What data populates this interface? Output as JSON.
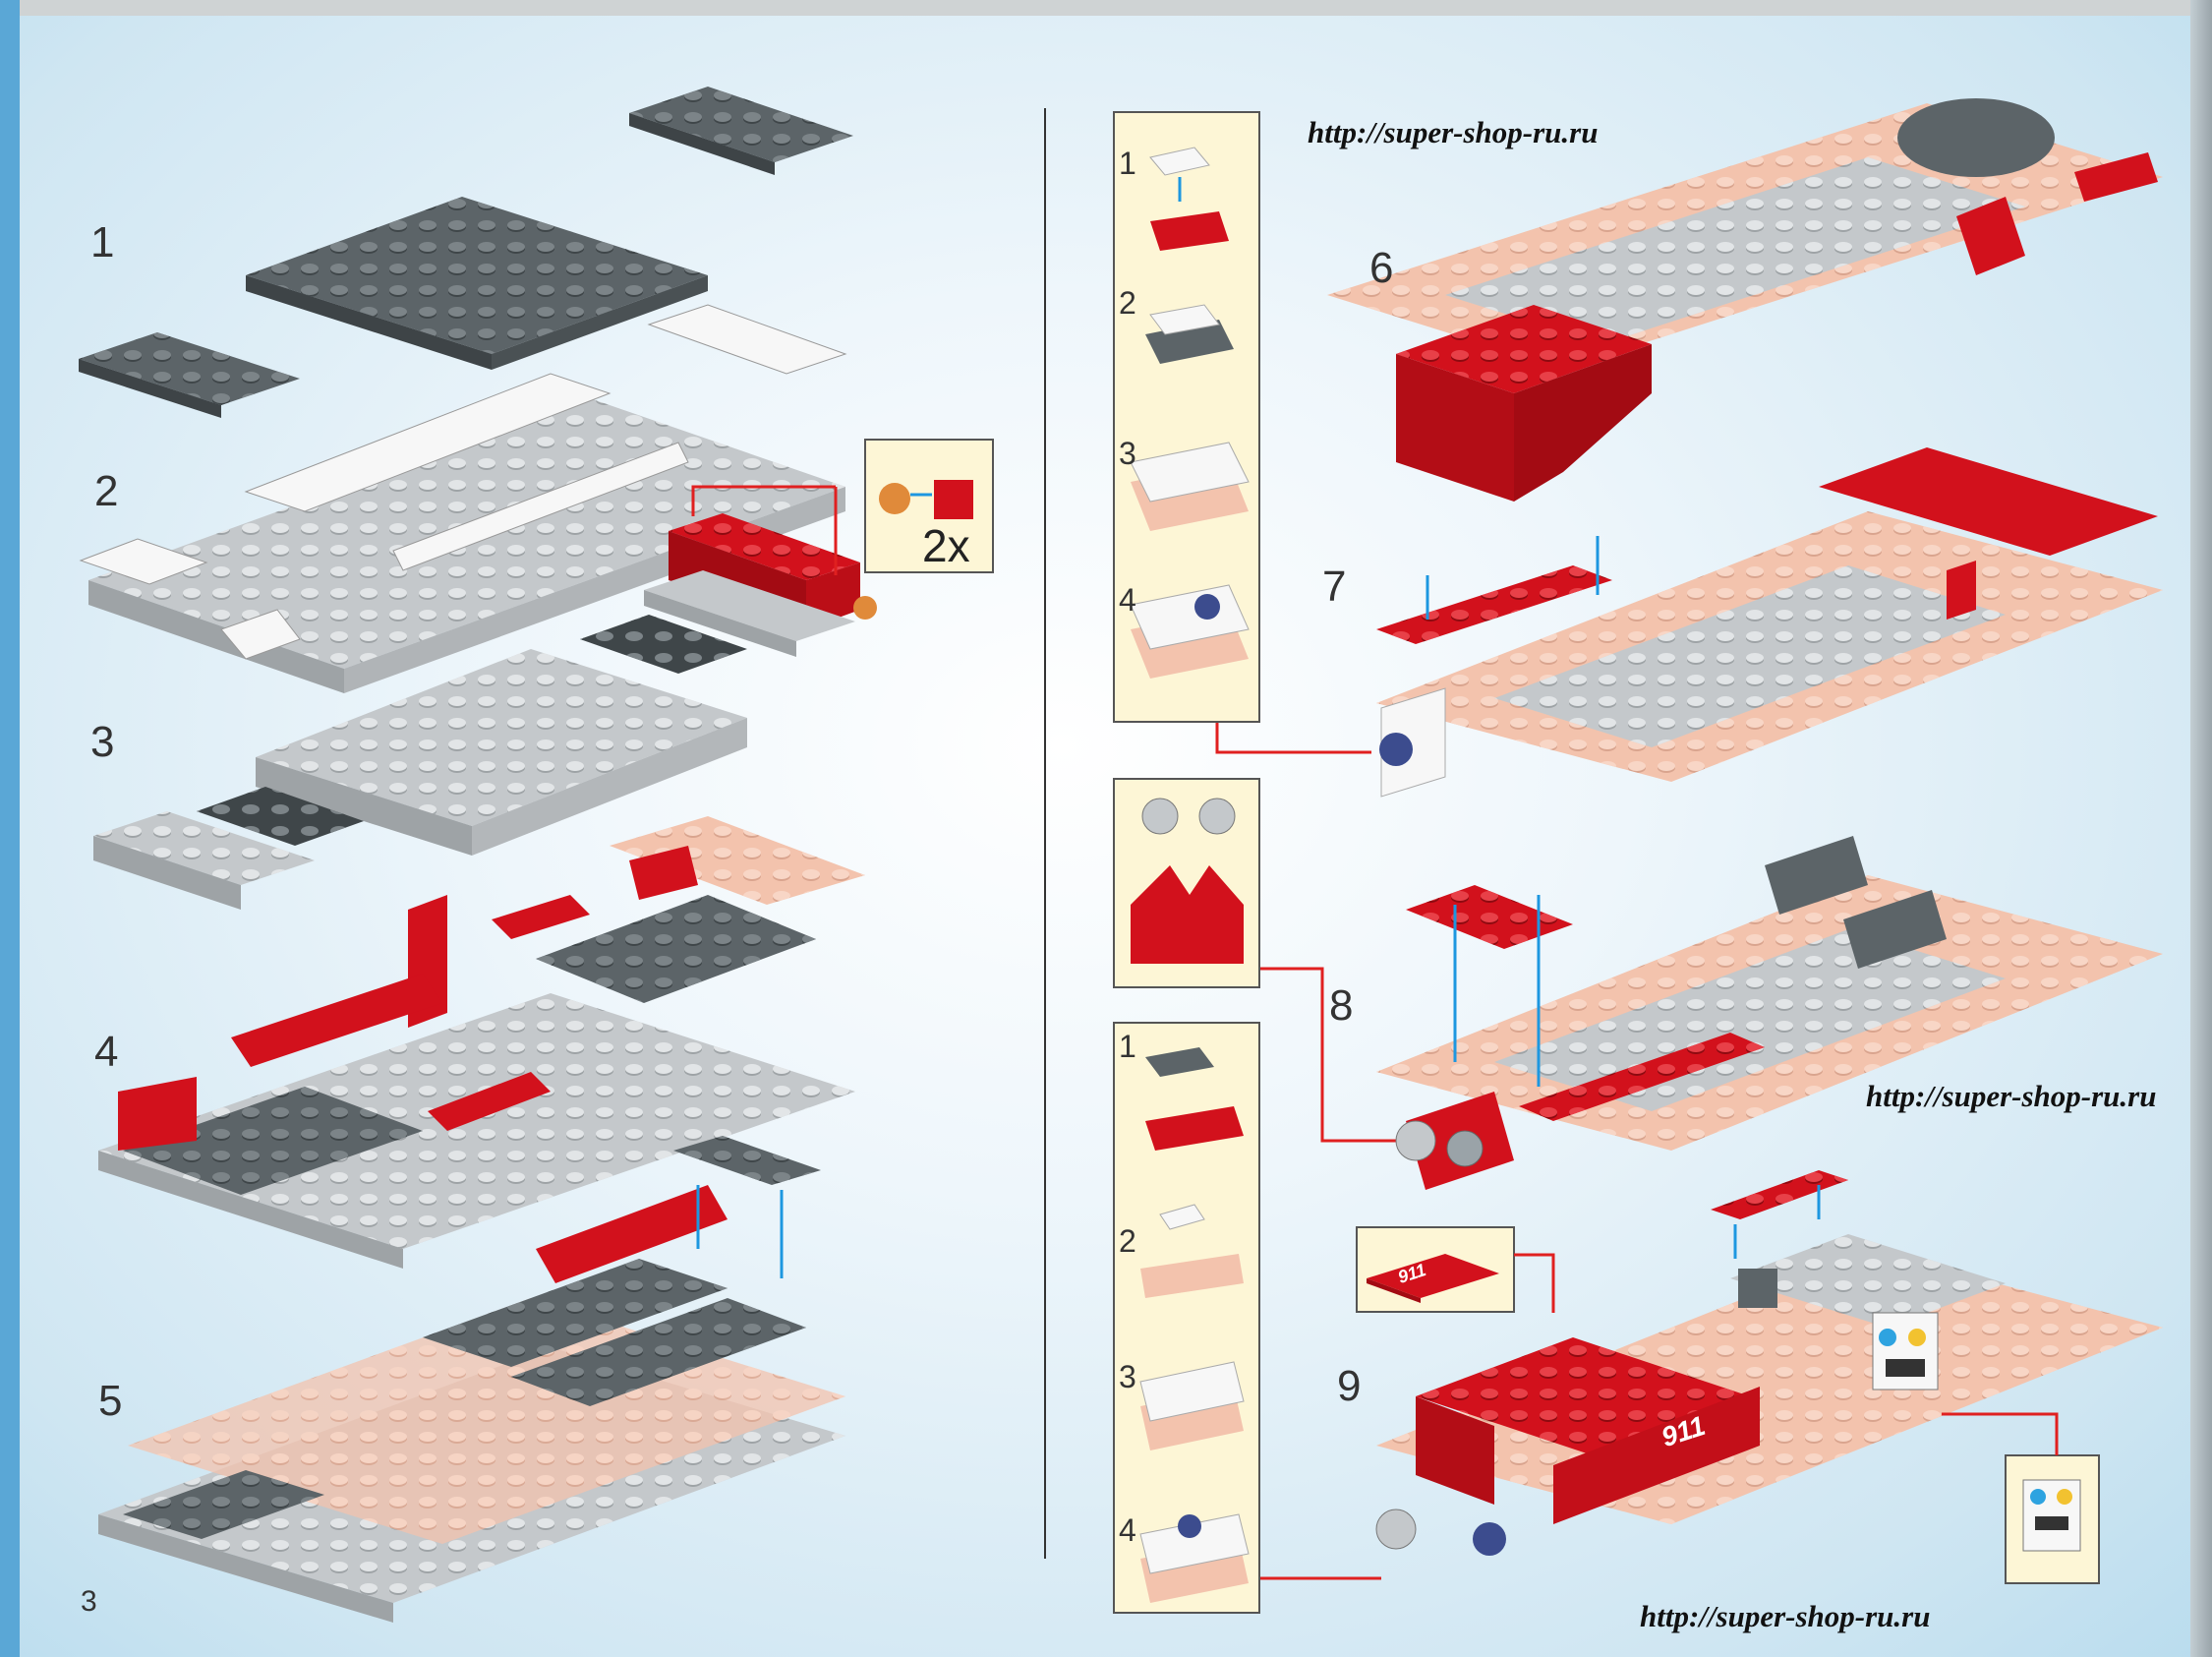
{
  "steps": [
    "1",
    "2",
    "3",
    "4",
    "5",
    "6",
    "7",
    "8",
    "9"
  ],
  "page_number": "3",
  "watermark": "http://super-shop-ru.ru",
  "callouts": {
    "step2_quantity": "2x",
    "left_sub_a": [
      "1",
      "2",
      "3",
      "4"
    ],
    "left_sub_b": [
      "1",
      "2",
      "3",
      "4"
    ]
  },
  "brick_label": "911",
  "colors": {
    "red": "#d2111c",
    "dark_grey": "#5c6468",
    "light_grey": "#c4c8cb",
    "white": "#f7f7f7",
    "peach": "#f3c3ad",
    "blue_arrow": "#1d97e0",
    "red_arrow": "#e02020",
    "callout_bg": "#fdf6d6"
  }
}
